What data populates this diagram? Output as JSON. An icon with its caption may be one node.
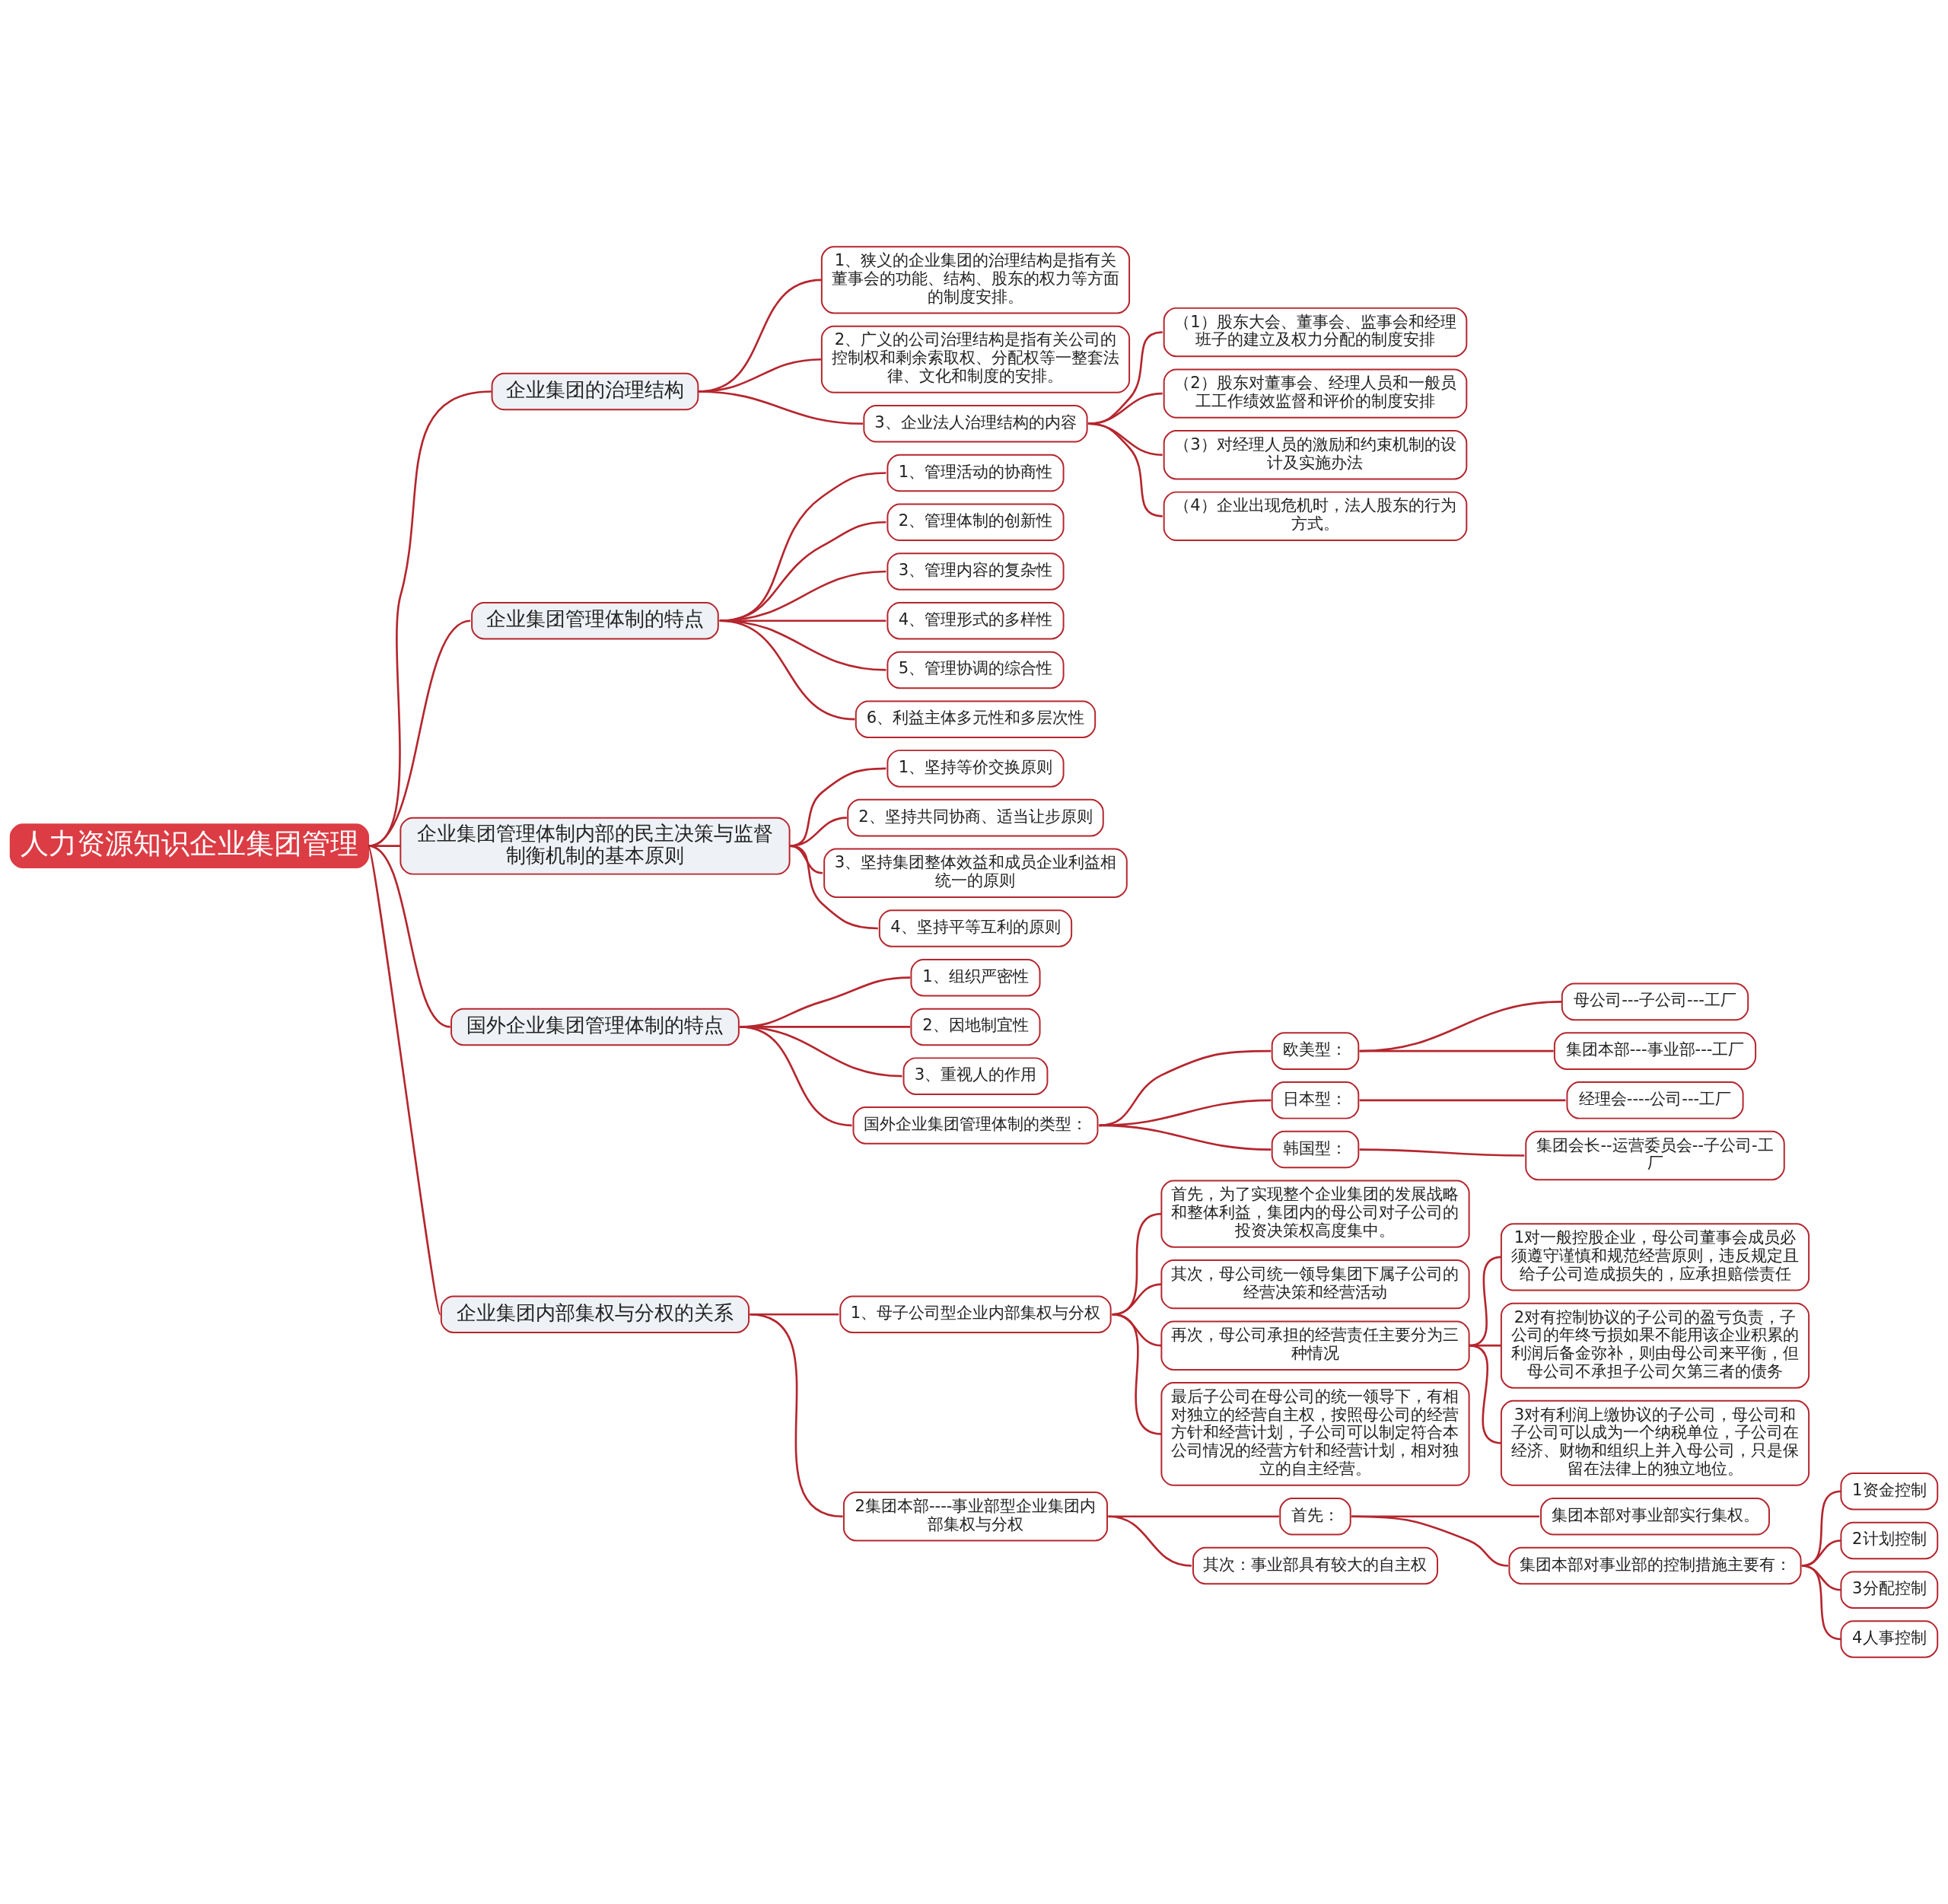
{
  "diagram": {
    "nodes": [
      {
        "text": [
          "人力资源知识企业集团管理"
        ]
      },
      {
        "text": [
          "企业集团的治理结构"
        ]
      },
      {
        "text": [
          "1、狭义的企业集团的治理结构是指有关董事会的功能、结构、股东的权力等方面的制度安排。"
        ]
      },
      {
        "text": [
          "2、广义的公司治理结构是指有关公司的控制权和剩余索取权、分配权等一整套法律、文化和制度的安排。"
        ]
      },
      {
        "text": [
          "3、企业法人治理结构的内容"
        ]
      },
      {
        "text": [
          "（1）股东大会、董事会、监事会和经理班子的建立及权力分配的制度安排"
        ]
      },
      {
        "text": [
          "（2）股东对董事会、经理人员和一般员工工作绩效监督和评价的制度安排"
        ]
      },
      {
        "text": [
          "（3）对经理人员的激励和约束机制的设计及实施办法"
        ]
      },
      {
        "text": [
          "（4）企业出现危机时，法人股东的行为方式。"
        ]
      },
      {
        "text": [
          "企业集团管理体制的特点"
        ]
      },
      {
        "text": [
          "1、管理活动的协商性"
        ]
      },
      {
        "text": [
          "2、管理体制的创新性"
        ]
      },
      {
        "text": [
          "3、管理内容的复杂性"
        ]
      },
      {
        "text": [
          "4、管理形式的多样性"
        ]
      },
      {
        "text": [
          "5、管理协调的综合性"
        ]
      },
      {
        "text": [
          "6、利益主体多元性和多层次性"
        ]
      },
      {
        "text": [
          "企业集团管理体制内部的民主决策与监督制衡机制的基本原则"
        ]
      },
      {
        "text": [
          "1、坚持等价交换原则"
        ]
      },
      {
        "text": [
          "2、坚持共同协商、适当让步原则"
        ]
      },
      {
        "text": [
          "3、坚持集团整体效益和成员企业利益相统一的原则"
        ]
      },
      {
        "text": [
          "4、坚持平等互利的原则"
        ]
      },
      {
        "text": [
          "国外企业集团管理体制的特点"
        ]
      },
      {
        "text": [
          "1、组织严密性"
        ]
      },
      {
        "text": [
          "2、因地制宜性"
        ]
      },
      {
        "text": [
          "3、重视人的作用"
        ]
      },
      {
        "text": [
          "国外企业集团管理体制的类型："
        ]
      },
      {
        "text": [
          "欧美型："
        ]
      },
      {
        "text": [
          "母公司---子公司---工厂"
        ]
      },
      {
        "text": [
          "集团本部---事业部---工厂"
        ]
      },
      {
        "text": [
          "日本型："
        ]
      },
      {
        "text": [
          "经理会----公司---工厂"
        ]
      },
      {
        "text": [
          "韩国型："
        ]
      },
      {
        "text": [
          "集团会长--运营委员会--子公司-工厂"
        ]
      },
      {
        "text": [
          "企业集团内部集权与分权的关系"
        ]
      },
      {
        "text": [
          "1、母子公司型企业内部集权与分权"
        ]
      },
      {
        "text": [
          "首先，为了实现整个企业集团的发展战略和整体利益，集团内的母公司对子公司的投资决策权高度集中。"
        ]
      },
      {
        "text": [
          "其次，母公司统一领导集团下属子公司的经营决策和经营活动"
        ]
      },
      {
        "text": [
          "再次，母公司承担的经营责任主要分为三种情况"
        ]
      },
      {
        "text": [
          "1对一般控股企业，母公司董事会成员必须遵守谨慎和规范经营原则，违反规定且给子公司造成损失的，应承担赔偿责任"
        ]
      },
      {
        "text": [
          "2对有控制协议的子公司的盈亏负责，子公司的年终亏损如果不能用该企业积累的利润后备金弥补，则由母公司来平衡，但母公司不承担子公司欠第三者的债务"
        ]
      },
      {
        "text": [
          "3对有利润上缴协议的子公司，母公司和子公司可以成为一个纳税单位，子公司在经济、财物和组织上并入母公司，只是保留在法律上的独立地位。"
        ]
      },
      {
        "text": [
          "最后子公司在母公司的统一领导下，有相对独立的经营自主权，按照母公司的经营方针和经营计划，子公司可以制定符合本公司情况的经营方针和经营计划，相对独立的自主经营。"
        ]
      },
      {
        "text": [
          "2集团本部----事业部型企业集团内部集权与分权"
        ]
      },
      {
        "text": [
          "首先："
        ]
      },
      {
        "text": [
          "集团本部对事业部实行集权。"
        ]
      },
      {
        "text": [
          "集团本部对事业部的控制措施主要有："
        ]
      },
      {
        "text": [
          "1资金控制"
        ]
      },
      {
        "text": [
          "2计划控制"
        ]
      },
      {
        "text": [
          "3分配控制"
        ]
      },
      {
        "text": [
          "4人事控制"
        ]
      },
      {
        "text": [
          "其次：事业部具有较大的自主权"
        ]
      }
    ],
    "edges": [
      {
        "from": 0,
        "to": 1,
        "arrow": "none"
      },
      {
        "from": 1,
        "to": 2,
        "arrow": "none"
      },
      {
        "from": 1,
        "to": 3,
        "arrow": "none"
      },
      {
        "from": 1,
        "to": 4,
        "arrow": "none"
      },
      {
        "from": 4,
        "to": 5,
        "arrow": "none"
      },
      {
        "from": 4,
        "to": 6,
        "arrow": "none"
      },
      {
        "from": 4,
        "to": 7,
        "arrow": "none"
      },
      {
        "from": 4,
        "to": 8,
        "arrow": "none"
      },
      {
        "from": 0,
        "to": 9,
        "arrow": "none"
      },
      {
        "from": 9,
        "to": 10,
        "arrow": "none"
      },
      {
        "from": 9,
        "to": 11,
        "arrow": "none"
      },
      {
        "from": 9,
        "to": 12,
        "arrow": "none"
      },
      {
        "from": 9,
        "to": 13,
        "arrow": "none"
      },
      {
        "from": 9,
        "to": 14,
        "arrow": "none"
      },
      {
        "from": 9,
        "to": 15,
        "arrow": "none"
      },
      {
        "from": 0,
        "to": 16,
        "arrow": "none"
      },
      {
        "from": 16,
        "to": 17,
        "arrow": "none"
      },
      {
        "from": 16,
        "to": 18,
        "arrow": "none"
      },
      {
        "from": 16,
        "to": 19,
        "arrow": "none"
      },
      {
        "from": 16,
        "to": 20,
        "arrow": "none"
      },
      {
        "from": 0,
        "to": 21,
        "arrow": "none"
      },
      {
        "from": 21,
        "to": 22,
        "arrow": "none"
      },
      {
        "from": 21,
        "to": 23,
        "arrow": "none"
      },
      {
        "from": 21,
        "to": 24,
        "arrow": "none"
      },
      {
        "from": 21,
        "to": 25,
        "arrow": "none"
      },
      {
        "from": 25,
        "to": 26,
        "arrow": "none"
      },
      {
        "from": 26,
        "to": 27,
        "arrow": "none"
      },
      {
        "from": 26,
        "to": 28,
        "arrow": "none"
      },
      {
        "from": 25,
        "to": 29,
        "arrow": "none"
      },
      {
        "from": 29,
        "to": 30,
        "arrow": "none"
      },
      {
        "from": 25,
        "to": 31,
        "arrow": "none"
      },
      {
        "from": 31,
        "to": 32,
        "arrow": "none"
      },
      {
        "from": 0,
        "to": 33,
        "arrow": "none"
      },
      {
        "from": 33,
        "to": 34,
        "arrow": "none"
      },
      {
        "from": 34,
        "to": 35,
        "arrow": "none"
      },
      {
        "from": 34,
        "to": 36,
        "arrow": "none"
      },
      {
        "from": 34,
        "to": 37,
        "arrow": "none"
      },
      {
        "from": 37,
        "to": 38,
        "arrow": "none"
      },
      {
        "from": 37,
        "to": 39,
        "arrow": "none"
      },
      {
        "from": 37,
        "to": 40,
        "arrow": "none"
      },
      {
        "from": 34,
        "to": 41,
        "arrow": "none"
      },
      {
        "from": 33,
        "to": 42,
        "arrow": "none"
      },
      {
        "from": 42,
        "to": 43,
        "arrow": "none"
      },
      {
        "from": 43,
        "to": 44,
        "arrow": "none"
      },
      {
        "from": 43,
        "to": 45,
        "arrow": "none"
      },
      {
        "from": 45,
        "to": 46,
        "arrow": "none"
      },
      {
        "from": 45,
        "to": 47,
        "arrow": "none"
      },
      {
        "from": 45,
        "to": 48,
        "arrow": "none"
      },
      {
        "from": 45,
        "to": 49,
        "arrow": "none"
      },
      {
        "from": 42,
        "to": 50,
        "arrow": "none"
      }
    ]
  }
}
